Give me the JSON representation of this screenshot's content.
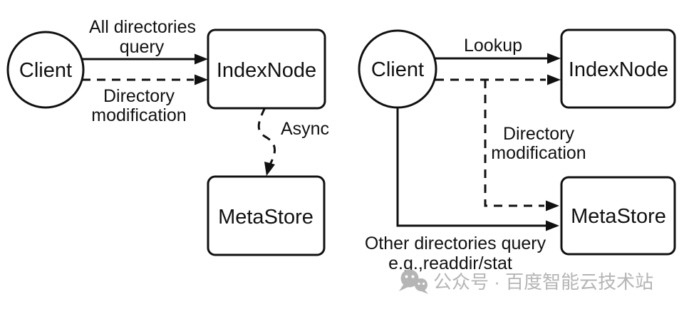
{
  "colors": {
    "line": "#111111",
    "text": "#111111",
    "watermark": "#b5b5b5",
    "background": "#ffffff"
  },
  "left_diagram": {
    "client_label": "Client",
    "indexnode_label": "IndexNode",
    "metastore_label": "MetaStore",
    "all_directories_query": {
      "line1": "All directories",
      "line2": "query"
    },
    "directory_modification": {
      "line1": "Directory",
      "line2": "modification"
    },
    "async_label": "Async"
  },
  "right_diagram": {
    "client_label": "Client",
    "indexnode_label": "IndexNode",
    "metastore_label": "MetaStore",
    "lookup_label": "Lookup",
    "directory_modification": {
      "line1": "Directory",
      "line2": "modification"
    },
    "other_directories_query": {
      "line1": "Other directories query",
      "line2": "e.g.,readdir/stat"
    }
  },
  "watermark": {
    "icon": "wechat-icon",
    "text": "公众号 · 百度智能云技术站"
  }
}
